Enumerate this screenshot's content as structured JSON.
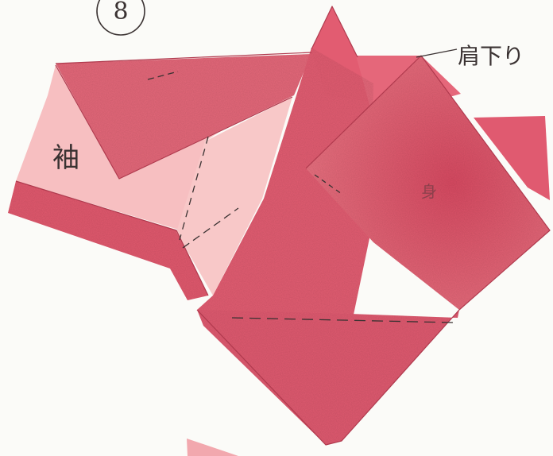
{
  "step": {
    "number": "8"
  },
  "labels": {
    "shoulder_fold": "肩下り",
    "sleeve": "袖",
    "body": "身"
  },
  "colors": {
    "paper_dark": "#e0566c",
    "paper_mid": "#e56a7c",
    "paper_light": "#f6b9bd",
    "paper_pale": "#f9c9c9",
    "ink": "#3a3232",
    "background": "#fbfbf8"
  }
}
